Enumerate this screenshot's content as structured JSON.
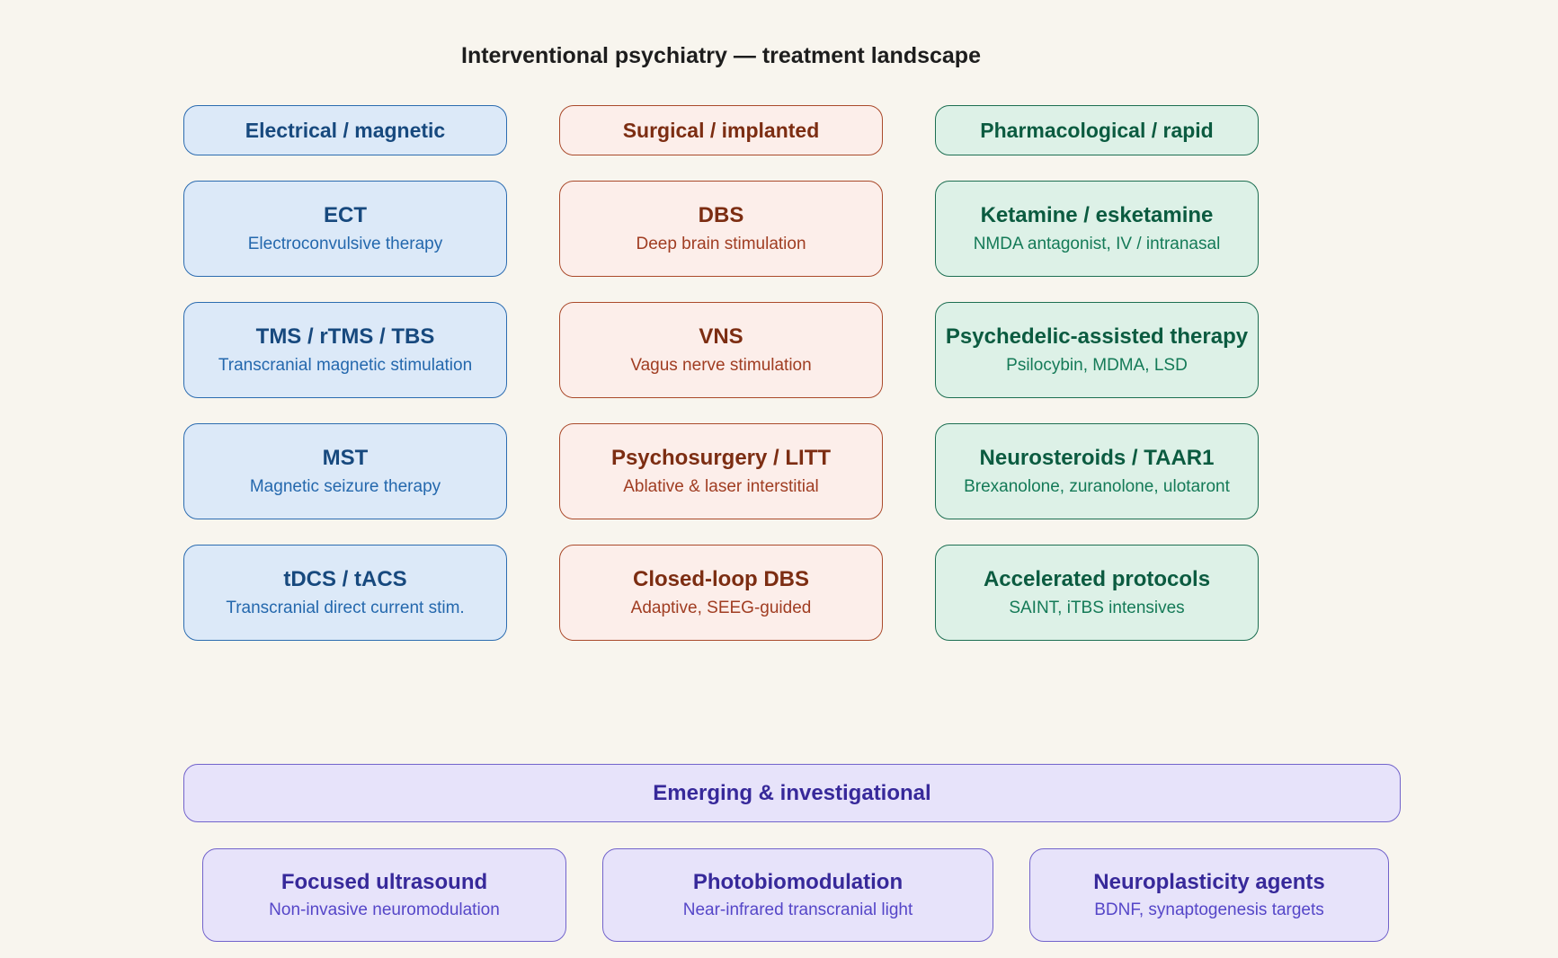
{
  "page": {
    "title": "Interventional psychiatry — treatment landscape",
    "background_color": "#f8f5ee"
  },
  "columns": [
    {
      "header": "Electrical / magnetic",
      "colors": {
        "fill": "#dce9f8",
        "border": "#2c6cb0",
        "title": "#17497e",
        "subtitle": "#2468ad"
      },
      "items": [
        {
          "title": "ECT",
          "subtitle": "Electroconvulsive therapy"
        },
        {
          "title": "TMS / rTMS / TBS",
          "subtitle": "Transcranial magnetic stimulation"
        },
        {
          "title": "MST",
          "subtitle": "Magnetic seizure therapy"
        },
        {
          "title": "tDCS / tACS",
          "subtitle": "Transcranial direct current stim."
        }
      ]
    },
    {
      "header": "Surgical / implanted",
      "colors": {
        "fill": "#fceeea",
        "border": "#aa4a2b",
        "title": "#7c2d12",
        "subtitle": "#a03d22"
      },
      "items": [
        {
          "title": "DBS",
          "subtitle": "Deep brain stimulation"
        },
        {
          "title": "VNS",
          "subtitle": "Vagus nerve stimulation"
        },
        {
          "title": "Psychosurgery / LITT",
          "subtitle": "Ablative & laser interstitial"
        },
        {
          "title": "Closed-loop DBS",
          "subtitle": "Adaptive, SEEG-guided"
        }
      ]
    },
    {
      "header": "Pharmacological / rapid",
      "colors": {
        "fill": "#ddf1e7",
        "border": "#1d6f52",
        "title": "#0b5b40",
        "subtitle": "#147a57"
      },
      "items": [
        {
          "title": "Ketamine / esketamine",
          "subtitle": "NMDA antagonist, IV / intranasal"
        },
        {
          "title": "Psychedelic-assisted therapy",
          "subtitle": "Psilocybin, MDMA, LSD"
        },
        {
          "title": "Neurosteroids / TAAR1",
          "subtitle": "Brexanolone, zuranolone, ulotaront"
        },
        {
          "title": "Accelerated protocols",
          "subtitle": "SAINT, iTBS intensives"
        }
      ]
    }
  ],
  "emerging": {
    "header": "Emerging & investigational",
    "colors": {
      "fill": "#e7e3fa",
      "border": "#7263cb",
      "title": "#37299a",
      "subtitle": "#5546c8"
    },
    "items": [
      {
        "title": "Focused ultrasound",
        "subtitle": "Non-invasive neuromodulation"
      },
      {
        "title": "Photobiomodulation",
        "subtitle": "Near-infrared transcranial light"
      },
      {
        "title": "Neuroplasticity agents",
        "subtitle": "BDNF, synaptogenesis targets"
      }
    ]
  }
}
